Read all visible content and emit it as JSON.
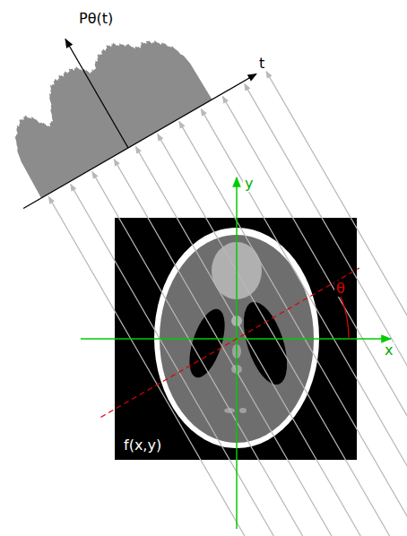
{
  "diagram": {
    "labels": [
      "Pθ(t)",
      "t",
      "y",
      "θ",
      "x",
      "f(x,y)"
    ]
  }
}
